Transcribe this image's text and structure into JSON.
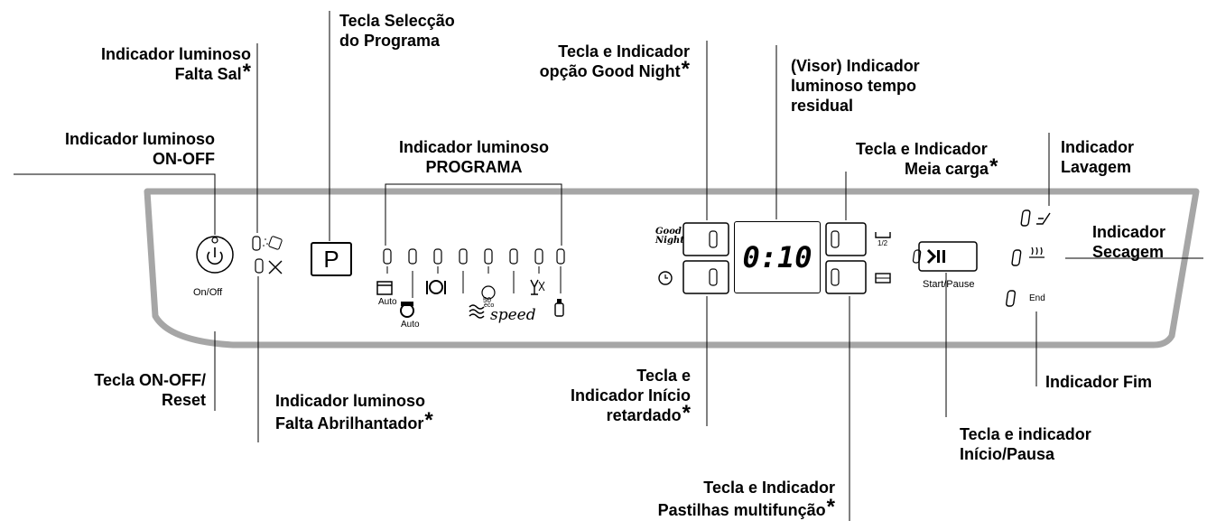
{
  "labels": {
    "selector_programa": [
      "Tecla Selecção",
      "do Programa"
    ],
    "falta_sal": [
      "Indicador luminoso",
      "Falta Sal"
    ],
    "good_night": [
      "Tecla e Indicador",
      "opção Good Night"
    ],
    "visor": [
      "(Visor) Indicador",
      "luminoso tempo",
      "residual"
    ],
    "on_off_ind": [
      "Indicador luminoso",
      "ON-OFF"
    ],
    "programa": [
      "Indicador luminoso",
      "PROGRAMA"
    ],
    "meia_carga": [
      "Tecla e Indicador",
      "Meia carga"
    ],
    "lavagem": [
      "Indicador",
      "Lavagem"
    ],
    "secagem": [
      "Indicador",
      "Secagem"
    ],
    "on_off_reset": [
      "Tecla ON-OFF/",
      "Reset"
    ],
    "falta_abrilhantador": [
      "Indicador luminoso",
      "Falta Abrilhantador"
    ],
    "inicio_retardado": [
      "Tecla e",
      "Indicador Início",
      "retardado"
    ],
    "fim": [
      "Indicador Fim"
    ],
    "inicio_pausa": [
      "Tecla e indicador",
      "Início/Pausa"
    ],
    "pastilhas": [
      "Tecla e Indicador",
      "Pastilhas multifunção"
    ]
  },
  "asterisk": "*",
  "panel": {
    "onoff_text": "On/Off",
    "p_button": "P",
    "display_value": "0:10",
    "start_pause_text": "Start/Pause",
    "end_text": "End",
    "good_night_icon_text": [
      "Good",
      "Night"
    ],
    "auto_text": "Auto",
    "speed_text": "speed",
    "eco_text": "eco",
    "half_text": "1/2",
    "temp_text": "50"
  }
}
